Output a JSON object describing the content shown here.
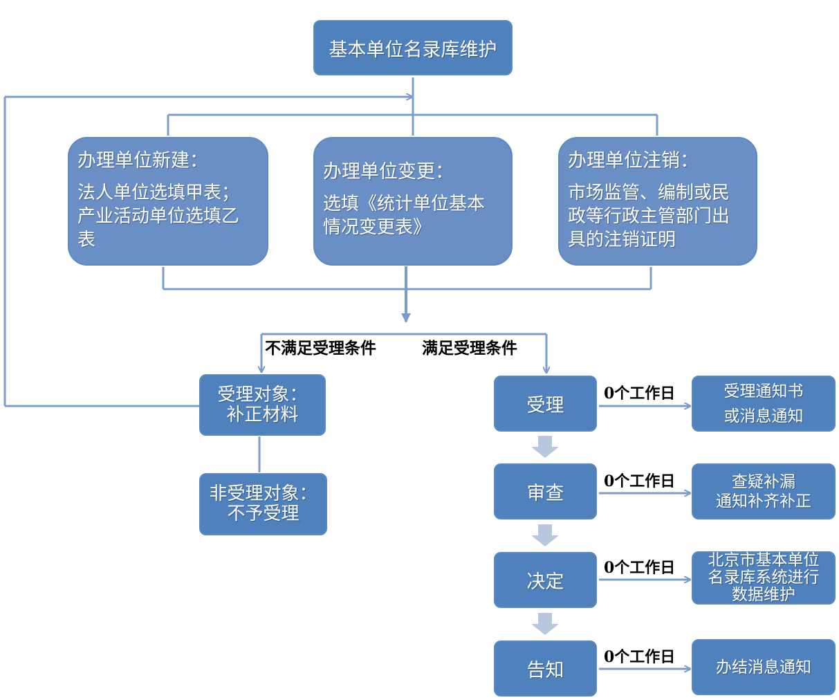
{
  "top": {
    "title": "基本单位名录库维护"
  },
  "branches": [
    {
      "heading": "办理单位新建：",
      "lines": [
        "法人单位选填甲表；",
        "产业活动单位选填乙",
        "表"
      ]
    },
    {
      "heading": "办理单位变更：",
      "lines": [
        "选填《统计单位基本",
        "情况变更表》"
      ]
    },
    {
      "heading": "办理单位注销：",
      "lines": [
        "市场监管、编制或民",
        "政等行政主管部门出",
        "具的注销证明"
      ]
    }
  ],
  "conditions": {
    "not_met": "不满足受理条件",
    "met": "满足受理条件"
  },
  "rejected_path": {
    "correct": [
      "受理对象：",
      "补正材料"
    ],
    "reject": [
      "非受理对象：",
      "不予受理"
    ]
  },
  "steps": [
    {
      "label": "受理",
      "time": "0个工作日",
      "result": [
        "受理通知书",
        "或消息通知"
      ]
    },
    {
      "label": "审查",
      "time": "0个工作日",
      "result": [
        "查疑补漏",
        "通知补齐补正"
      ]
    },
    {
      "label": "决定",
      "time": "0个工作日",
      "result": [
        "北京市基本单位",
        "名录库系统进行",
        "数据维护"
      ]
    },
    {
      "label": "告知",
      "time": "0个工作日",
      "result": [
        "办结消息通知"
      ]
    }
  ],
  "colors": {
    "box_fill": "#4f81bd",
    "box_fill_light": "#6a8fc4",
    "connector": "#7b9ccb",
    "step_arrow": "#b8c7e0",
    "text": "#ffffff"
  }
}
